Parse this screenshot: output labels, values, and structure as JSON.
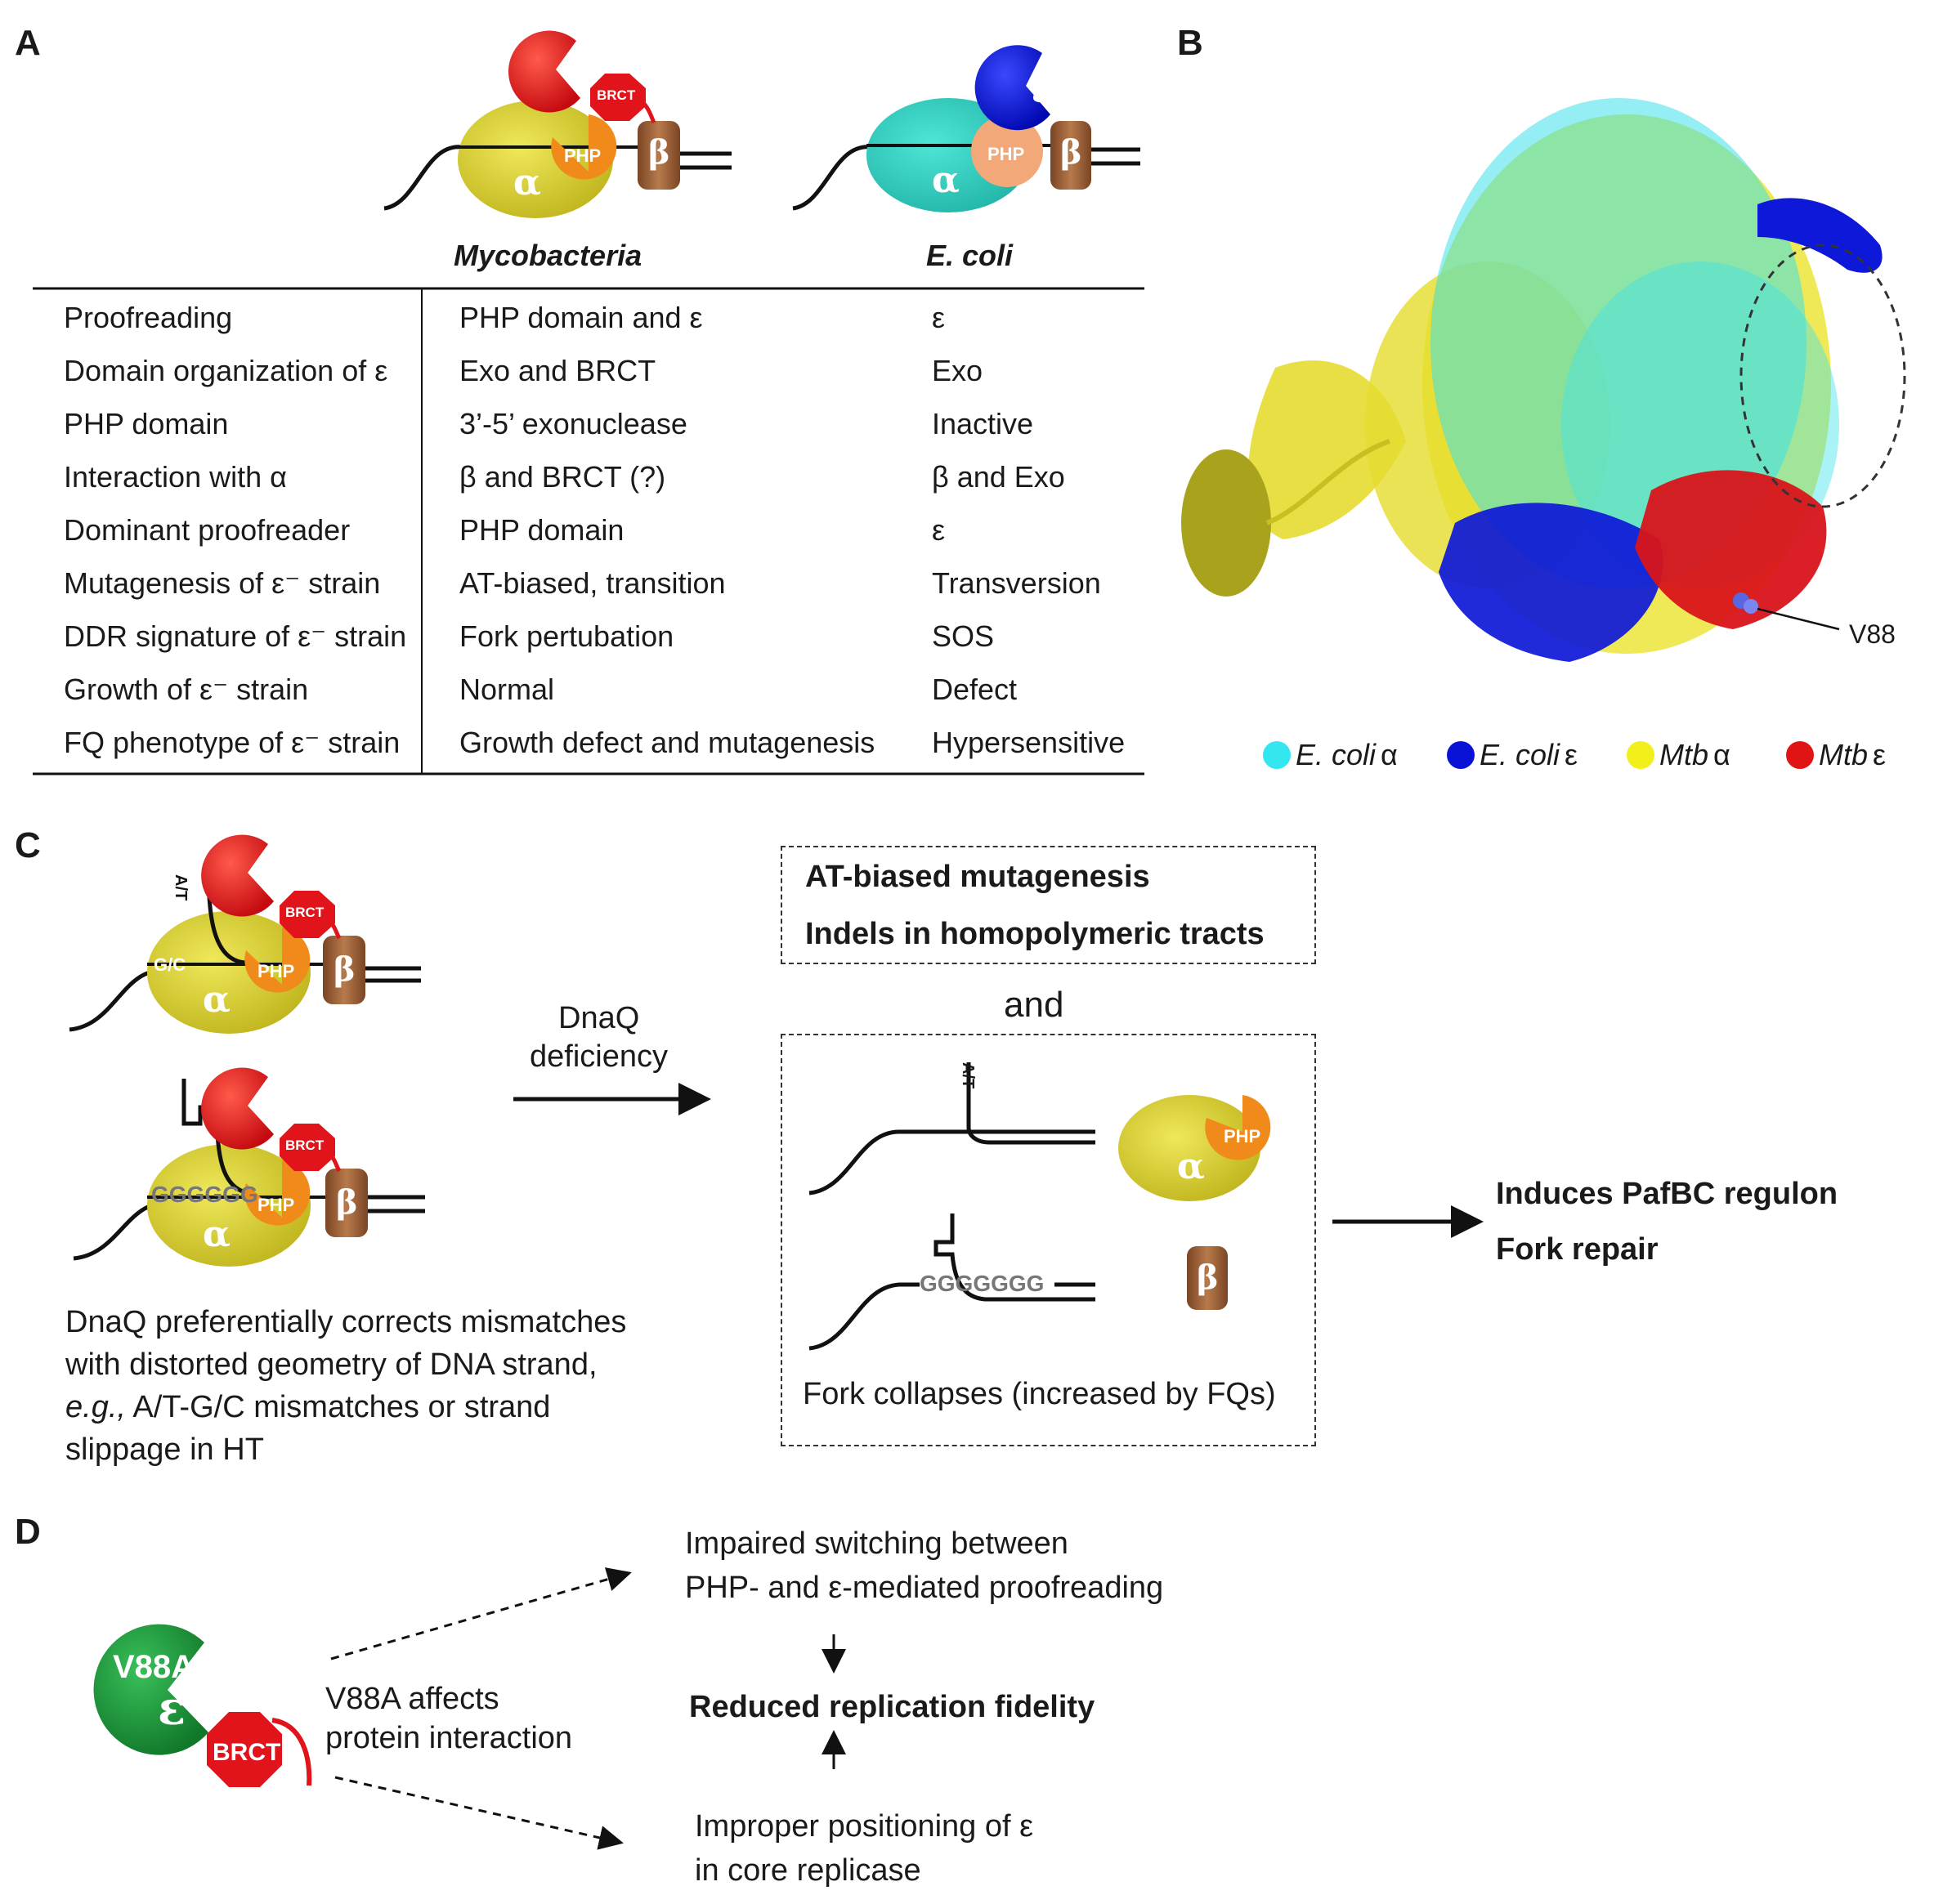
{
  "panels": {
    "a": "A",
    "b": "B",
    "c": "C",
    "d": "D"
  },
  "panelA": {
    "col_mycobacteria": "Mycobacteria",
    "col_ecoli": "E. coli",
    "rows": [
      {
        "label": "Proofreading",
        "myco": "PHP domain and ε",
        "ecoli": "ε"
      },
      {
        "label": "Domain organization of ε",
        "myco": "Exo and BRCT",
        "ecoli": "Exo"
      },
      {
        "label": "PHP domain",
        "myco": "3’-5’ exonuclease",
        "ecoli": "Inactive"
      },
      {
        "label": "Interaction with α",
        "myco": "β and BRCT (?)",
        "ecoli": "β and Exo"
      },
      {
        "label": "Dominant proofreader",
        "myco": "PHP domain",
        "ecoli": "ε"
      },
      {
        "label": "Mutagenesis of ε⁻ strain",
        "myco": "AT-biased, transition",
        "ecoli": "Transversion"
      },
      {
        "label": "DDR signature of ε⁻ strain",
        "myco": "Fork pertubation",
        "ecoli": "SOS"
      },
      {
        "label": "Growth of ε⁻ strain",
        "myco": "Normal",
        "ecoli": "Defect"
      },
      {
        "label": "FQ phenotype of ε⁻ strain",
        "myco": "Growth defect and mutagenesis",
        "ecoli": "Hypersensitive"
      }
    ]
  },
  "glyphs": {
    "epsilon": "ε",
    "alpha": "α",
    "beta": "β",
    "php": "PHP",
    "brct": "BRCT",
    "at": "A/T",
    "gc": "G/C",
    "g_tract": "GGGGGG",
    "g_tract2": "GGGGGGG"
  },
  "panelB": {
    "residue_label": "V88",
    "legend": [
      {
        "name": "E. coli",
        "greek": "α",
        "color": "#33e6f0"
      },
      {
        "name": "E. coli",
        "greek": "ε",
        "color": "#0a12d6"
      },
      {
        "name": "Mtb",
        "greek": "α",
        "color": "#f2ef1a"
      },
      {
        "name": "Mtb",
        "greek": "ε",
        "color": "#e01414"
      }
    ]
  },
  "panelC": {
    "box1_line1": "AT-biased mutagenesis",
    "box1_line2": "Indels in homopolymeric tracts",
    "and": "and",
    "arrow_label_1": "DnaQ",
    "arrow_label_2": "deficiency",
    "fork_caption": "Fork collapses (increased by FQs)",
    "result_1": "Induces PafBC regulon",
    "result_2": "Fork repair",
    "desc_1": "DnaQ preferentially corrects mismatches",
    "desc_2": "with distorted geometry of DNA strand,",
    "desc_3_ital": "e.g.,",
    "desc_3_rest": " A/T-G/C mismatches or strand",
    "desc_4": "slippage in HT"
  },
  "panelD": {
    "mutant": "V88A",
    "interaction_1": "V88A affects",
    "interaction_2": "protein interaction",
    "top_1": "Impaired switching between",
    "top_2": "PHP- and ε-mediated proofreading",
    "center": "Reduced replication fidelity",
    "bottom_1": "Improper positioning of ε",
    "bottom_2": "in core replicase"
  },
  "colors": {
    "alpha_mtb": "#d6cc1e",
    "alpha_ecoli": "#2ccfbf",
    "eps_mtb": "#e0141a",
    "eps_ecoli": "#0c14d8",
    "php_mtb": "#f08a1a",
    "php_ecoli": "#f2a878",
    "beta": "#9a6238",
    "eps_mutant": "#1a9a3a"
  }
}
